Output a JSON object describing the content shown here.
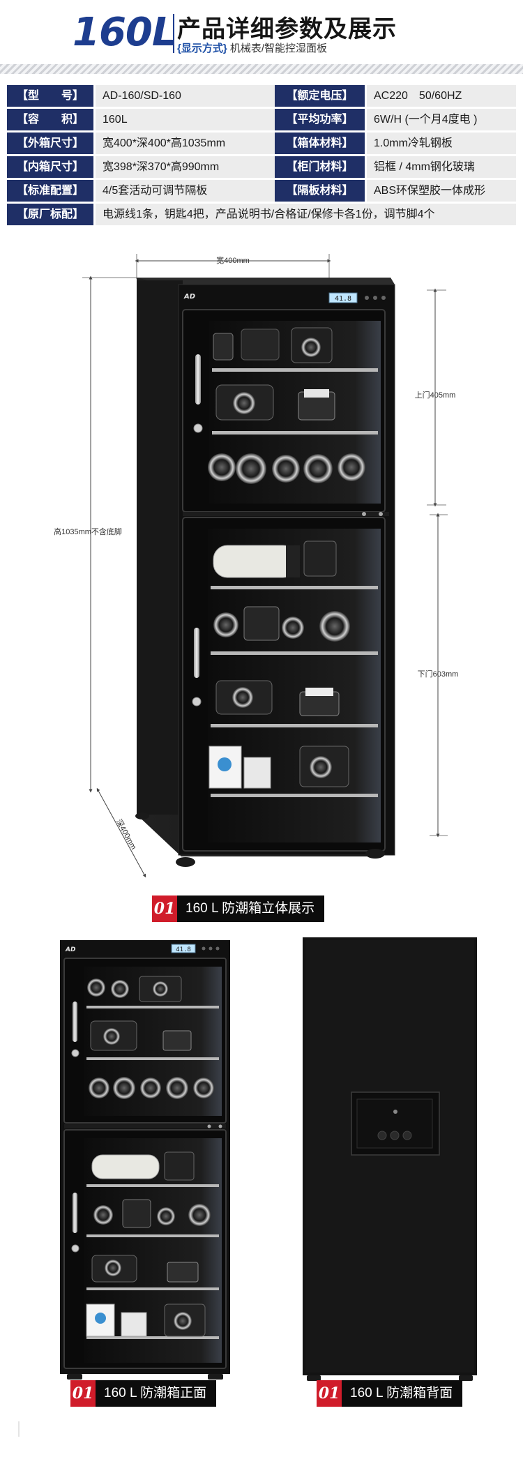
{
  "header": {
    "model": "160L",
    "title": "产品详细参数及展示",
    "display_label": "{显示方式}",
    "display_value": "机械表/智能控湿面板"
  },
  "specs": [
    {
      "l1": "【型　　号】",
      "v1": "AD-160/SD-160",
      "l2": "【额定电压】",
      "v2": "AC220　50/60HZ"
    },
    {
      "l1": "【容　　积】",
      "v1": "160L",
      "l2": "【平均功率】",
      "v2": "6W/H (一个月4度电 )"
    },
    {
      "l1": "【外箱尺寸】",
      "v1": "宽400*深400*高1035mm",
      "l2": "【箱体材料】",
      "v2": "1.0mm冷轧钢板"
    },
    {
      "l1": "【内箱尺寸】",
      "v1": "宽398*深370*高990mm",
      "l2": "【柜门材料】",
      "v2": "铝框 / 4mm钢化玻璃"
    },
    {
      "l1": "【标准配置】",
      "v1": "4/5套活动可调节隔板",
      "l2": "【隔板材料】",
      "v2": "ABS环保塑胶一体成形"
    }
  ],
  "spec_accessories": {
    "label": "【原厂标配】",
    "value": "电源线1条，钥匙4把，产品说明书/合格证/保修卡各1份，调节脚4个"
  },
  "dimensions": {
    "width": "宽400mm",
    "height": "高1035mm不含底脚",
    "depth": "深400mm",
    "upper_door": "上门405mm",
    "lower_door": "下门603mm"
  },
  "panel": {
    "display": "41.8"
  },
  "captions": [
    {
      "num": "01",
      "text": "160 L 防潮箱立体展示"
    },
    {
      "num": "01",
      "text": "160 L 防潮箱正面"
    },
    {
      "num": "01",
      "text": "160 L 防潮箱背面"
    }
  ],
  "colors": {
    "brand_blue": "#1d3d8f",
    "label_bg": "#1f2f66",
    "value_bg": "#ececec",
    "caption_red": "#d01c2a",
    "cabinet": "#141414"
  }
}
